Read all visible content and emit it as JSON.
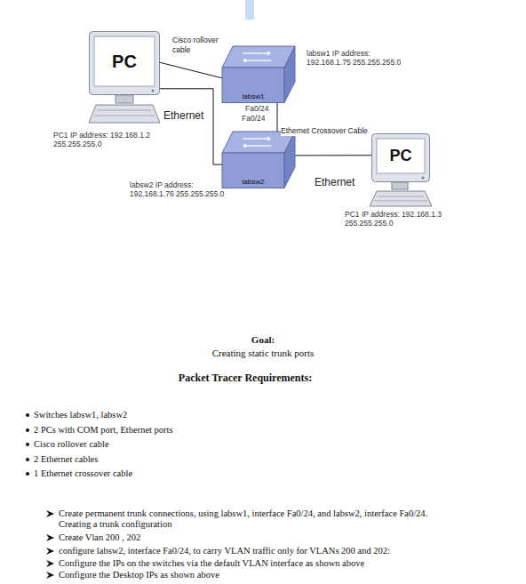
{
  "diagram": {
    "nodes": [
      {
        "text": [
          "PC"
        ]
      },
      {
        "text": [
          "labsw1"
        ]
      },
      {
        "text": [
          "labsw2"
        ]
      },
      {
        "text": [
          "PC"
        ]
      }
    ],
    "edges": [
      {
        "from": 0,
        "to": 1,
        "arrow": "none",
        "label": "Cisco rollover cable"
      },
      {
        "from": 0,
        "to": 2,
        "arrow": "none",
        "label": "Ethernet"
      },
      {
        "from": 1,
        "to": 2,
        "arrow": "none",
        "label": "Ethernet Crossover Cable"
      },
      {
        "from": 2,
        "to": 3,
        "arrow": "none",
        "label": "Ethernet"
      }
    ],
    "labels": [
      "labsw1 IP address: 192.168.1.75 255.255.255.0",
      "Fa0/24",
      "Fa0/24",
      "PC1 IP address: 192.168.1.2 255.255.255.0",
      "labsw2 IP address: 192.168.1.76 255.255.255.0",
      "PC1 IP address: 192.168.1.3 255.255.255.0",
      "Goal:",
      "Creating static trunk ports",
      "Packet Tracer Requirements:",
      "Switches labsw1, labsw2",
      "2 PCs with COM port, Ethernet ports",
      "Cisco rollover cable",
      "2 Ethernet cables",
      "1 Ethernet crossover cable",
      "Create permanent trunk connections, using labsw1, interface Fa0/24, and labsw2, interface Fa0/24. Creating a trunk configuration",
      "Create Vlan 200 , 202",
      "configure labsw2, interface Fa0/24, to carry VLAN traffic only for VLANs 200 and 202:",
      "Configure the IPs on the switches via the default VLAN interface as shown above",
      "Configure the Desktop IPs as shown above"
    ]
  }
}
